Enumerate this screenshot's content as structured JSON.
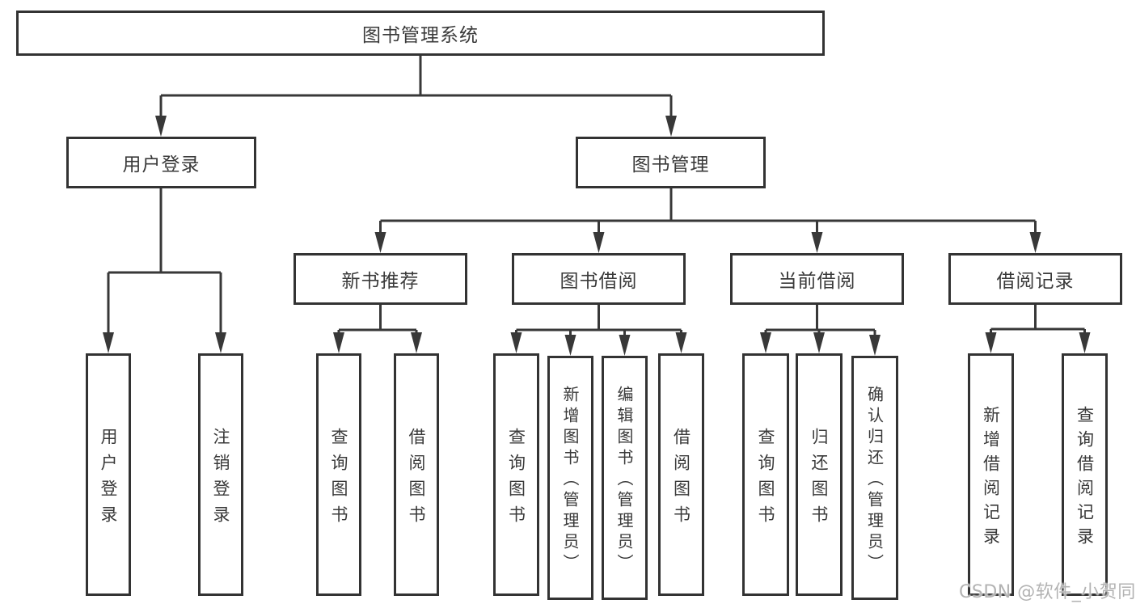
{
  "diagram": {
    "root": "图书管理系统",
    "level2": [
      "用户登录",
      "图书管理"
    ],
    "level3": [
      "新书推荐",
      "图书借阅",
      "当前借阅",
      "借阅记录"
    ],
    "leaves_user": [
      "用户登录",
      "注销登录"
    ],
    "leaves_newbook": [
      "查询图书",
      "借阅图书"
    ],
    "leaves_borrow": [
      "查询图书",
      "新增图书（管理员）",
      "编辑图书（管理员）",
      "借阅图书"
    ],
    "leaves_current": [
      "查询图书",
      "归还图书",
      "确认归还（管理员）"
    ],
    "leaves_records": [
      "新增借阅记录",
      "查询借阅记录"
    ]
  },
  "watermark": "CSDN @软件_小贺同学",
  "colors": {
    "line": "#383838",
    "box_border": "#333333",
    "text": "#3a3a3a",
    "background": "#ffffff",
    "watermark": "#b3b3b3"
  }
}
